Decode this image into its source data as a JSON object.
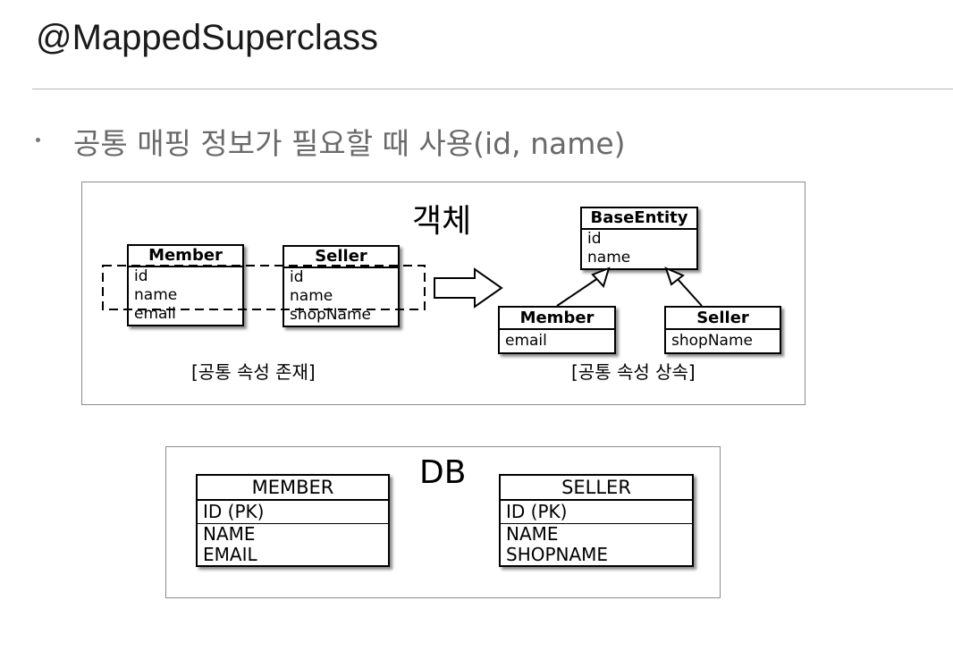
{
  "title": "@MappedSuperclass",
  "bullet": "공통 매핑 정보가 필요할 때 사용(id, name)",
  "object_panel": {
    "title": "객체",
    "left": {
      "member": {
        "name": "Member",
        "fields": [
          "id",
          "name",
          "email"
        ]
      },
      "seller": {
        "name": "Seller",
        "fields": [
          "id",
          "name",
          "shopName"
        ]
      },
      "caption": "[공통 속성 존재]"
    },
    "right": {
      "base": {
        "name": "BaseEntity",
        "fields": [
          "id",
          "name"
        ]
      },
      "member": {
        "name": "Member",
        "fields": [
          "email"
        ]
      },
      "seller": {
        "name": "Seller",
        "fields": [
          "shopName"
        ]
      },
      "caption": "[공통 속성 상속]"
    }
  },
  "db_panel": {
    "title": "DB",
    "member": {
      "name": "MEMBER",
      "fields": [
        "ID (PK)",
        "NAME",
        "EMAIL"
      ]
    },
    "seller": {
      "name": "SELLER",
      "fields": [
        "ID (PK)",
        "NAME",
        "SHOPNAME"
      ]
    }
  }
}
